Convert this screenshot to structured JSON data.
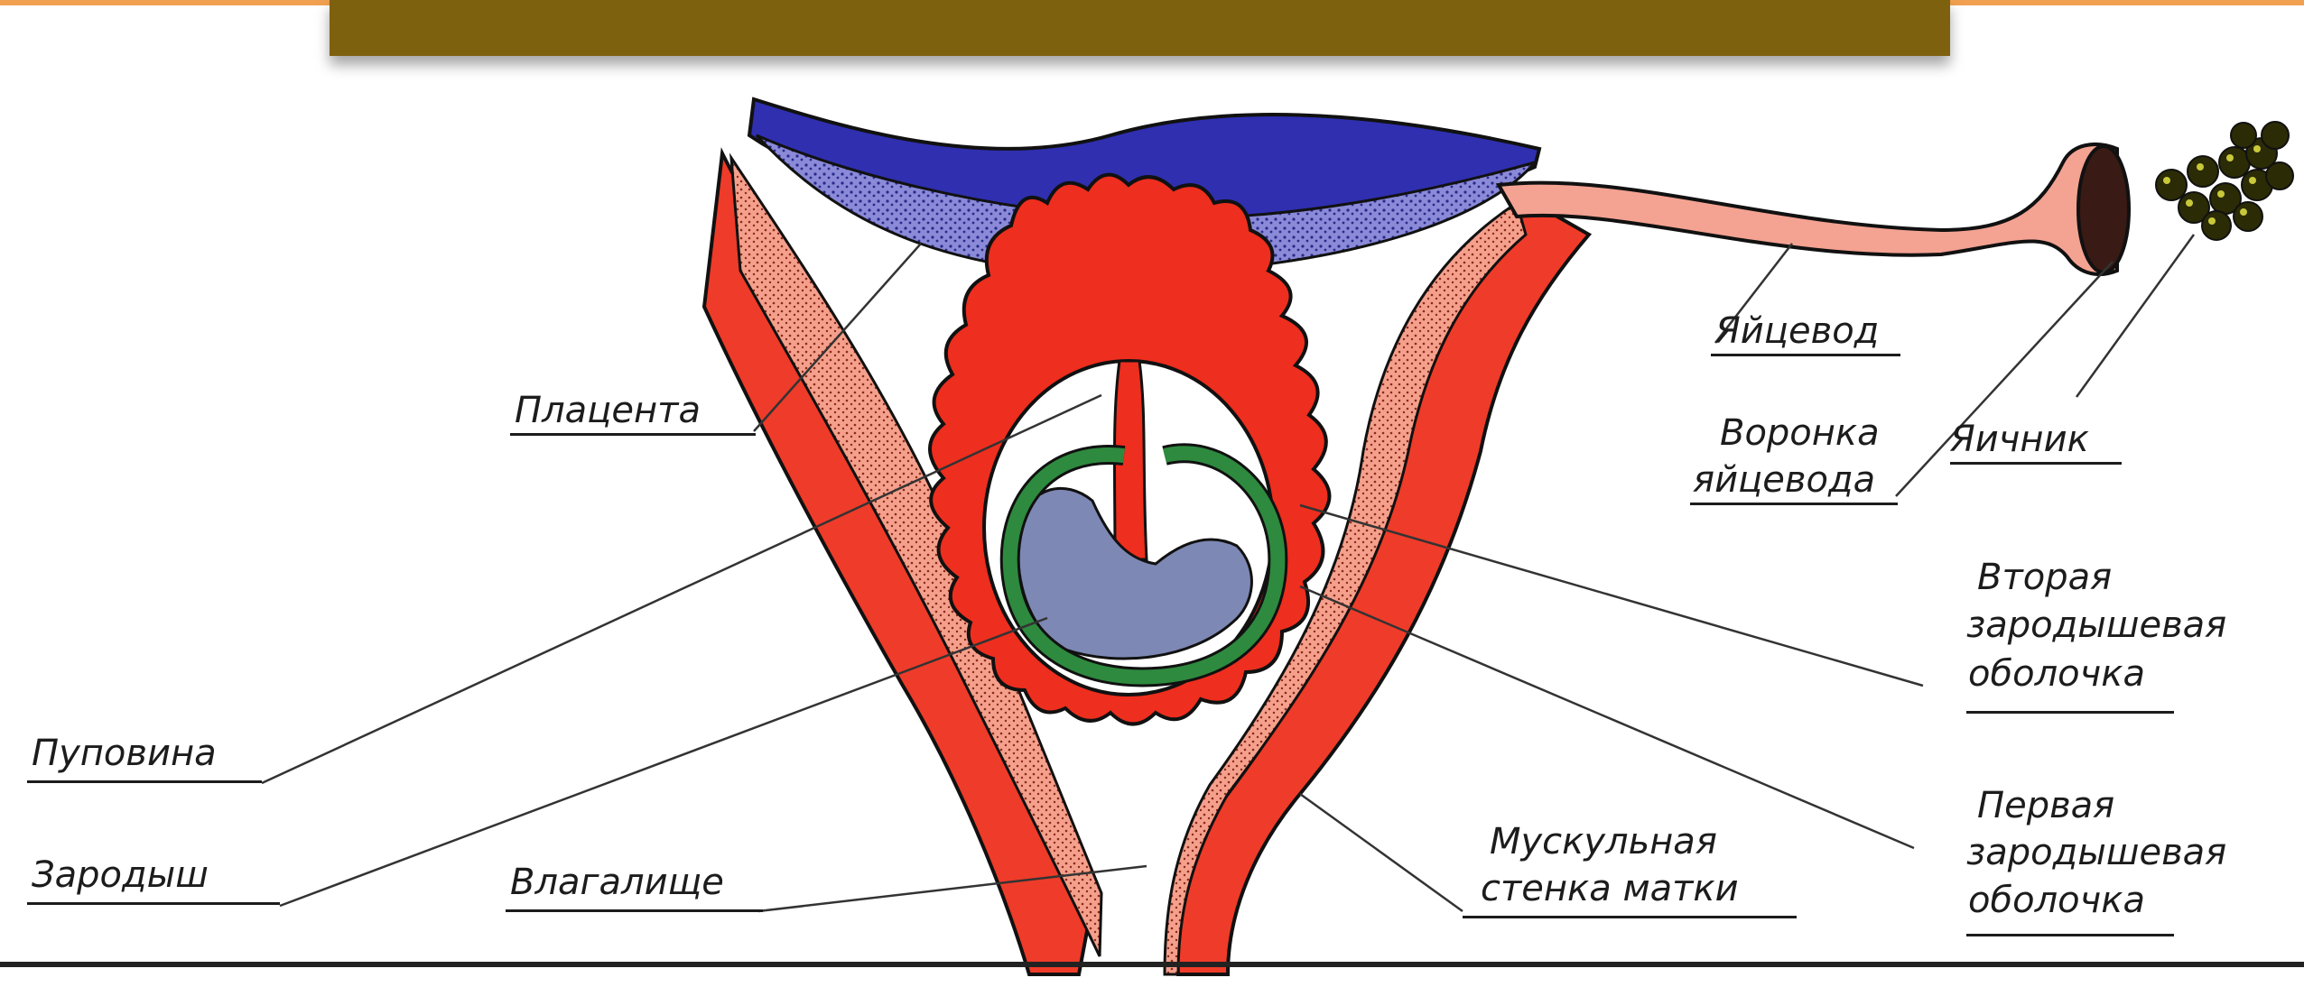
{
  "labels": {
    "placenta": "Плацента",
    "oviduct": "Яйцевод",
    "funnel_line1": "Воронка",
    "funnel_line2": "яйцевода",
    "ovary": "Яичник",
    "second_membrane_line1": "Вторая",
    "second_membrane_line2": "зародышевая",
    "second_membrane_line3": "оболочка",
    "umbilical_cord": "Пуповина",
    "embryo": "Зародыш",
    "vagina": "Влагалище",
    "muscular_wall_line1": "Мускульная",
    "muscular_wall_line2": "стенка матки",
    "first_membrane_line1": "Первая",
    "first_membrane_line2": "зародышевая",
    "first_membrane_line3": "оболочка"
  },
  "colors": {
    "title_bar": "#7e610f",
    "uterine_wall": "#ee3a2a",
    "placenta_blue": "#3a3ab4",
    "placenta_dots": "#7878d2",
    "oviduct": "#f4a292",
    "amnion": "#2e8a3e",
    "embryo": "#7d88b4",
    "ovary": "#2b2b06"
  }
}
